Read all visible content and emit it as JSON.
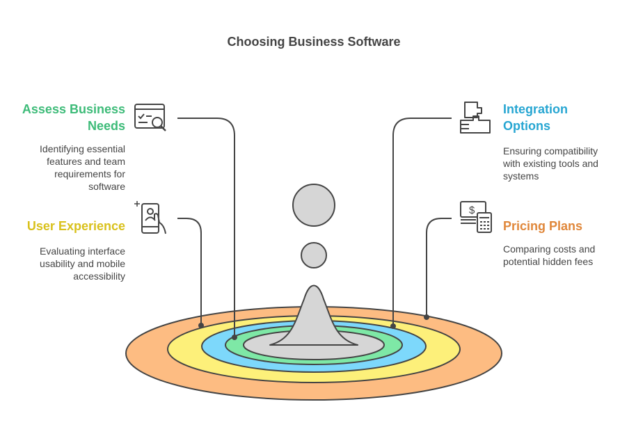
{
  "title": "Choosing Business Software",
  "items": {
    "assess": {
      "heading_line1": "Assess Business",
      "heading_line2": "Needs",
      "desc_lines": [
        "Identifying essential",
        "features and team",
        "requirements for",
        "software"
      ],
      "color": "#3dbb78"
    },
    "ux": {
      "heading": "User Experience",
      "desc_lines": [
        "Evaluating interface",
        "usability and mobile",
        "accessibility"
      ],
      "color": "#d9c11c"
    },
    "integration": {
      "heading_line1": "Integration",
      "heading_line2": "Options",
      "desc_lines": [
        "Ensuring compatibility",
        "with existing tools and",
        "systems"
      ],
      "color": "#27a6d2"
    },
    "pricing": {
      "heading": "Pricing Plans",
      "desc_lines": [
        "Comparing costs and",
        "potential hidden fees"
      ],
      "color": "#e0873a"
    }
  },
  "rings": {
    "outer": "#fdbc82",
    "second": "#fdf07a",
    "third": "#7dd8fb",
    "fourth": "#7ee8a6",
    "center": "#d6d6d6"
  }
}
